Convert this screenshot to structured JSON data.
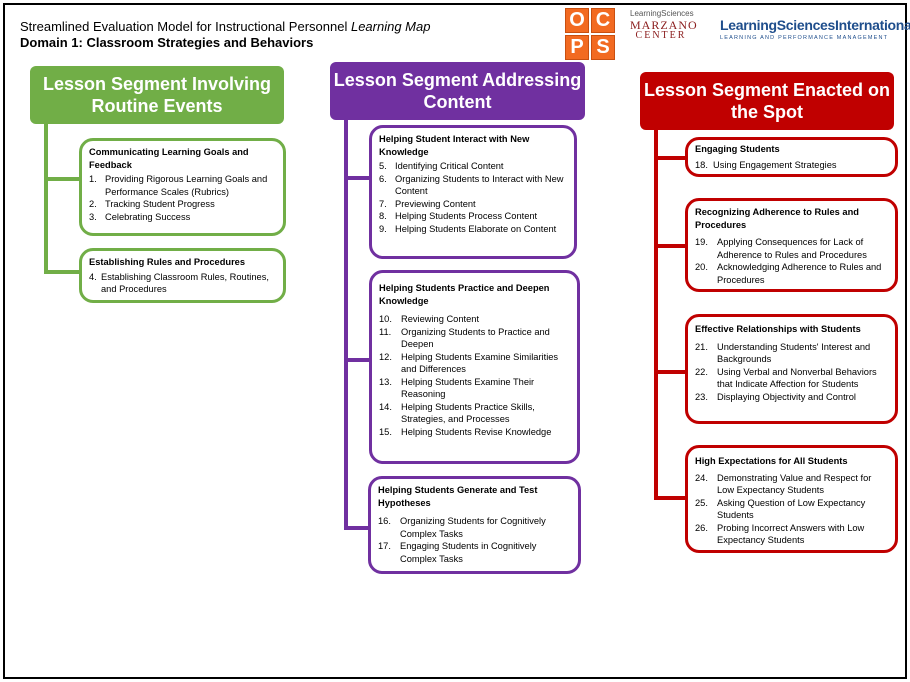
{
  "header": {
    "title_plain": "Streamlined Evaluation Model for Instructional Personnel ",
    "title_italic": "Learning Map",
    "domain": "Domain 1: Classroom Strategies and Behaviors"
  },
  "logos": {
    "ocps": [
      "O",
      "C",
      "P",
      "S"
    ],
    "marzano_top": "LearningSciences",
    "marzano_main": "MARZANO",
    "marzano_sub": "CENTER",
    "lsi_main": "LearningSciencesInternational",
    "lsi_sub": "LEARNING AND PERFORMANCE MANAGEMENT"
  },
  "colors": {
    "green": "#71ae47",
    "purple": "#7030a0",
    "red": "#c00000",
    "ocps_orange": "#f26a21"
  },
  "columns": [
    {
      "heading": "Lesson Segment Involving Routine Events",
      "boxes": [
        {
          "title": "Communicating Learning Goals and Feedback",
          "items": [
            {
              "num": "1.",
              "text": "Providing Rigorous Learning Goals and Performance Scales (Rubrics)"
            },
            {
              "num": "2.",
              "text": "Tracking Student Progress"
            },
            {
              "num": "3.",
              "text": "Celebrating Success"
            }
          ]
        },
        {
          "title": "Establishing Rules and Procedures",
          "items": [
            {
              "num": "4.",
              "text": "Establishing Classroom Rules, Routines, and Procedures"
            }
          ]
        }
      ]
    },
    {
      "heading": "Lesson Segment Addressing Content",
      "boxes": [
        {
          "title": "Helping Student Interact with New Knowledge",
          "items": [
            {
              "num": "5.",
              "text": "Identifying Critical Content"
            },
            {
              "num": "6.",
              "text": "Organizing Students to Interact with New Content"
            },
            {
              "num": "7.",
              "text": "Previewing Content"
            },
            {
              "num": "8.",
              "text": "Helping Students Process Content"
            },
            {
              "num": "9.",
              "text": "Helping Students Elaborate on Content"
            }
          ]
        },
        {
          "title": "Helping Students Practice and Deepen Knowledge",
          "items": [
            {
              "num": "10.",
              "text": "Reviewing Content"
            },
            {
              "num": "11.",
              "text": "Organizing Students to Practice and Deepen"
            },
            {
              "num": "12.",
              "text": "Helping Students Examine Similarities and Differences"
            },
            {
              "num": "13.",
              "text": "Helping Students Examine Their Reasoning"
            },
            {
              "num": "14.",
              "text": "Helping Students Practice Skills, Strategies, and Processes"
            },
            {
              "num": "15.",
              "text": "Helping Students Revise Knowledge"
            }
          ]
        },
        {
          "title": "Helping Students Generate and Test Hypotheses",
          "items": [
            {
              "num": "16.",
              "text": "Organizing Students for Cognitively Complex Tasks"
            },
            {
              "num": "17.",
              "text": "Engaging Students in Cognitively Complex Tasks"
            }
          ]
        }
      ]
    },
    {
      "heading": "Lesson Segment Enacted on the Spot",
      "boxes": [
        {
          "title": "Engaging Students",
          "items": [
            {
              "num": "18.",
              "text": "Using Engagement Strategies"
            }
          ]
        },
        {
          "title": "Recognizing Adherence to Rules and Procedures",
          "items": [
            {
              "num": "19.",
              "text": "Applying Consequences for Lack of Adherence to Rules and Procedures"
            },
            {
              "num": "20.",
              "text": "Acknowledging Adherence to Rules and Procedures"
            }
          ]
        },
        {
          "title": "Effective Relationships with Students",
          "items": [
            {
              "num": "21.",
              "text": "Understanding Students' Interest and Backgrounds"
            },
            {
              "num": "22.",
              "text": "Using Verbal and Nonverbal Behaviors that Indicate Affection for Students"
            },
            {
              "num": "23.",
              "text": "Displaying Objectivity and Control"
            }
          ]
        },
        {
          "title": "High Expectations for All Students",
          "items": [
            {
              "num": "24.",
              "text": "Demonstrating Value and Respect for Low Expectancy Students"
            },
            {
              "num": "25.",
              "text": "Asking Question of Low Expectancy Students"
            },
            {
              "num": "26.",
              "text": "Probing Incorrect Answers with Low Expectancy Students"
            }
          ]
        }
      ]
    }
  ]
}
